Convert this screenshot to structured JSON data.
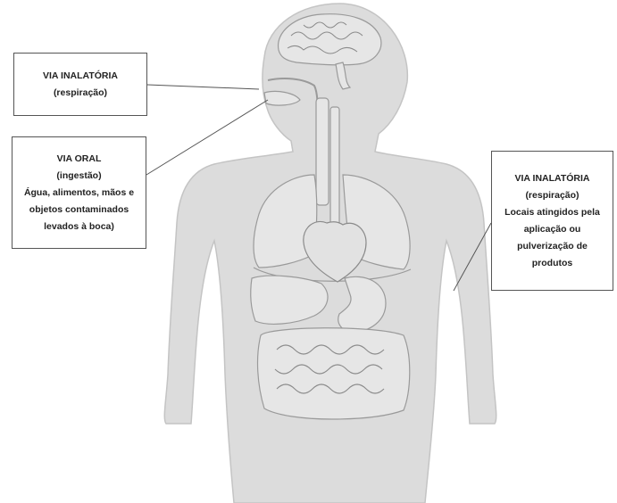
{
  "colors": {
    "body": "#dcdcdc",
    "body_outline": "#c4c4c4",
    "organ": "#e6e6e6",
    "organ_outline": "#9a9a9a",
    "leader_line": "#555555",
    "box_border": "#555555",
    "text": "#222222"
  },
  "callouts": [
    {
      "lines": [
        "VIA INALATÓRIA",
        "(respiração)"
      ]
    },
    {
      "lines": [
        "VIA ORAL",
        "(ingestão)",
        "Água, alimentos, mãos e",
        "objetos contaminados",
        "levados à boca)"
      ]
    },
    {
      "lines": [
        "VIA INALATÓRIA",
        "(respiração)",
        "Locais atingidos pela",
        "aplicação ou",
        "pulverização de",
        "produtos"
      ]
    }
  ]
}
